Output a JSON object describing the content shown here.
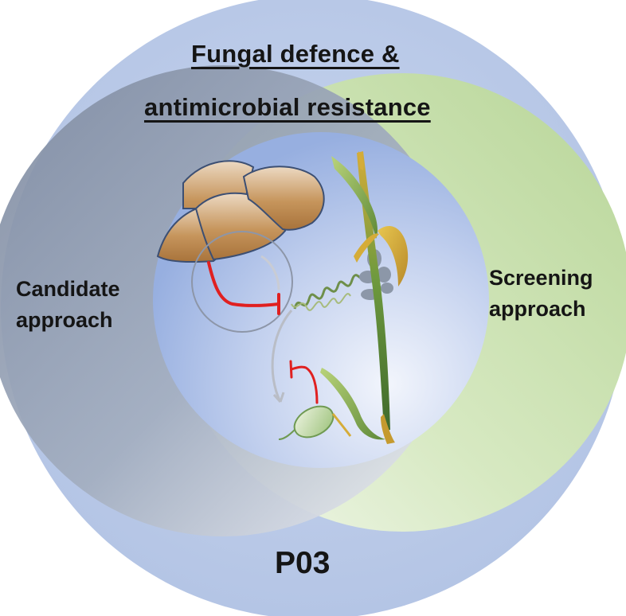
{
  "title": {
    "line1": "Fungal defence &",
    "line2": "antimicrobial resistance"
  },
  "left_label": {
    "line1": "Candidate",
    "line2": "approach"
  },
  "right_label": {
    "line1": "Screening",
    "line2": "approach"
  },
  "project_id": "P03",
  "colors": {
    "outer_circle": "#b6c7e6",
    "left_circle_dark": "#8f9bb0",
    "right_circle_green": "#c6dfaa",
    "inner_circle": "#a9bde6",
    "fungal_cells": "#b98a52",
    "inhibition_red": "#e02020",
    "plant_green": "#7aa14a",
    "plant_yellow": "#d8b23a",
    "spore_grey": "#8c97a8"
  }
}
